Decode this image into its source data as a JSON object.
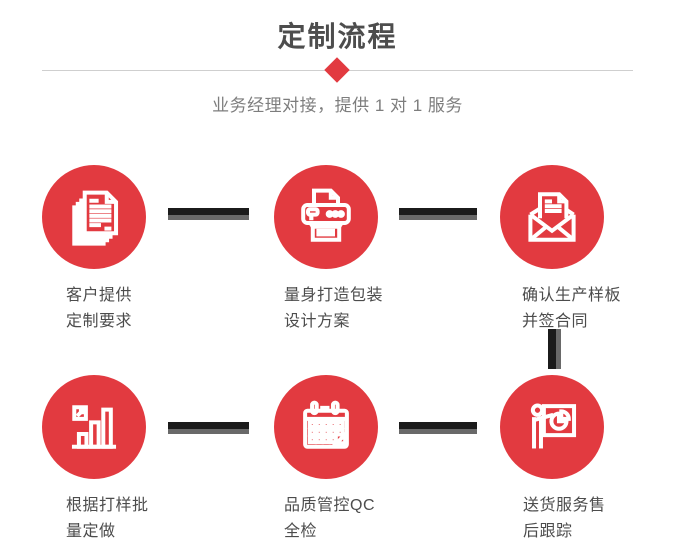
{
  "header": {
    "title": "定制流程",
    "subtitle": "业务经理对接，提供 1 对 1 服务"
  },
  "steps": [
    {
      "icon": "documents-icon",
      "line1": "客户提供",
      "line2": "定制要求"
    },
    {
      "icon": "printer-icon",
      "line1": "量身打造包装",
      "line2": "设计方案"
    },
    {
      "icon": "envelope-icon",
      "line1": "确认生产样板",
      "line2": "并签合同"
    },
    {
      "icon": "bar-chart-icon",
      "line1": "根据打样批",
      "line2": "量定做"
    },
    {
      "icon": "calendar-icon",
      "line1": "品质管控QC",
      "line2": "全检"
    },
    {
      "icon": "presentation-icon",
      "line1": "送货服务售",
      "line2": "后跟踪"
    }
  ],
  "colors": {
    "accent_red": "#e23a40",
    "title_gray": "#4d4d4d",
    "subtitle_gray": "#7d7d7d",
    "label_gray": "#4c4c4c",
    "divider_gray": "#cfcfcf",
    "connector_black": "#1b1b1b",
    "connector_gray": "#696969",
    "icon_stroke": "#ffffff"
  }
}
